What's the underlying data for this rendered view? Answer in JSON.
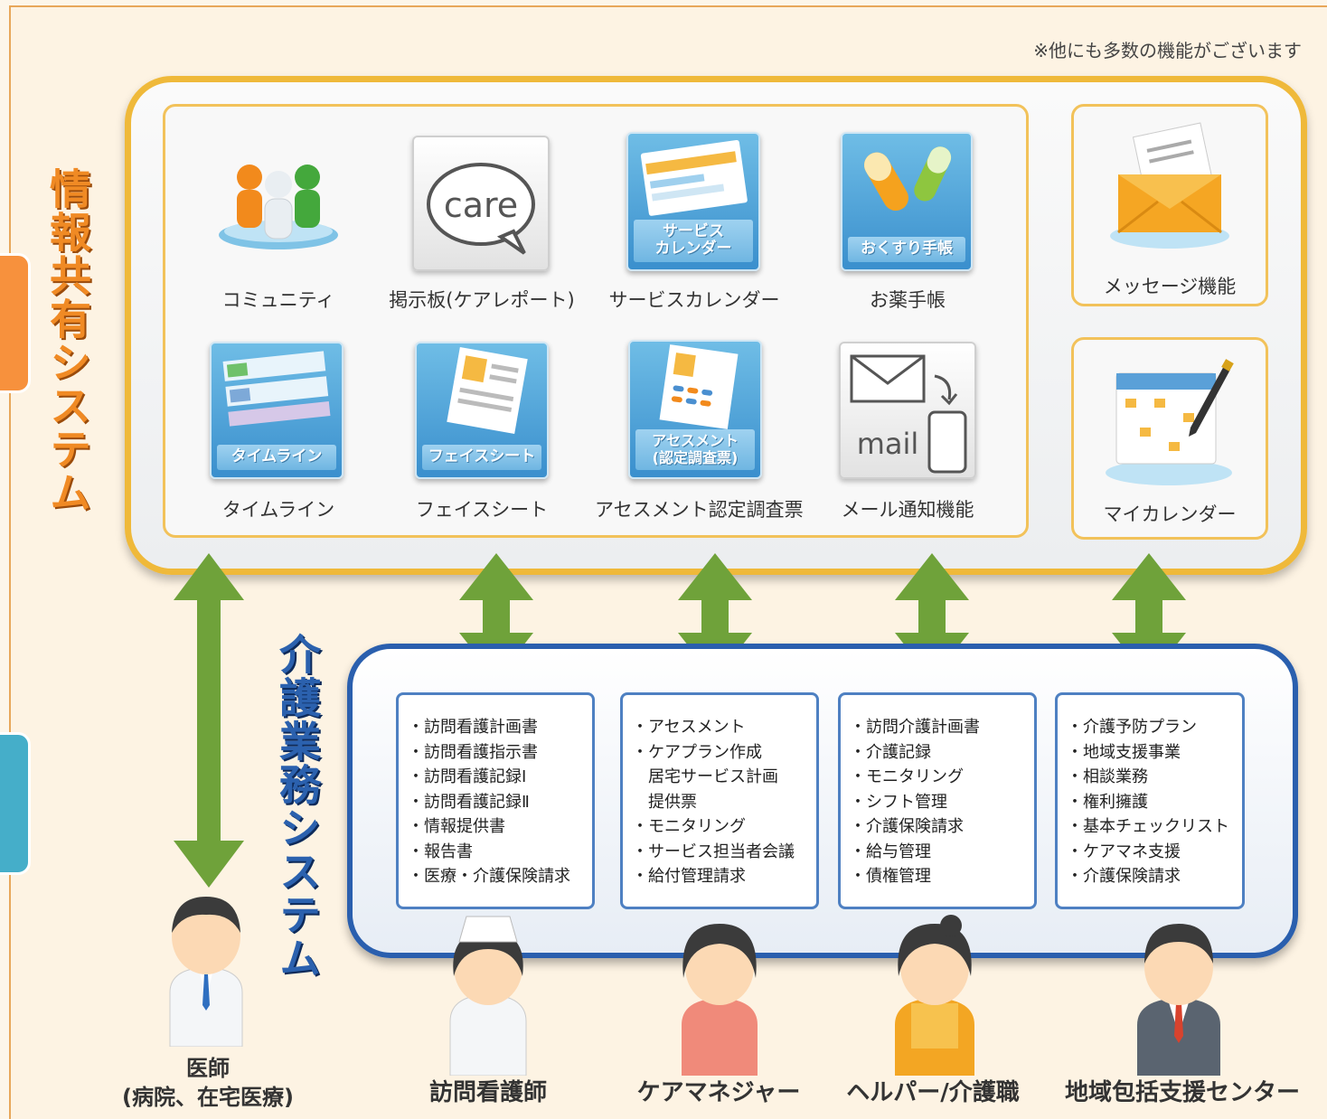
{
  "note": "※他にも多数の機能がございます",
  "info_system": {
    "title": "情報共有システム",
    "features": [
      {
        "id": "community",
        "label": "コミュニティ",
        "icon": "community-icon"
      },
      {
        "id": "bbs",
        "label": "掲示板(ケアレポート)",
        "icon": "care-speech-bubble-icon",
        "icon_text": "care"
      },
      {
        "id": "service-calendar",
        "label": "サービスカレンダー",
        "icon": "service-calendar-icon",
        "caption": "サービス\nカレンダー"
      },
      {
        "id": "medicine",
        "label": "お薬手帳",
        "icon": "medicine-icon",
        "caption": "おくすり手帳"
      },
      {
        "id": "timeline",
        "label": "タイムライン",
        "icon": "timeline-icon",
        "caption": "タイムライン"
      },
      {
        "id": "facesheet",
        "label": "フェイスシート",
        "icon": "facesheet-icon",
        "caption": "フェイスシート"
      },
      {
        "id": "assessment",
        "label": "アセスメント認定調査票",
        "icon": "assessment-icon",
        "caption": "アセスメント\n(認定調査票)"
      },
      {
        "id": "mail",
        "label": "メール通知機能",
        "icon": "mail-notify-icon",
        "icon_text": "mail"
      }
    ],
    "side_features": [
      {
        "id": "message",
        "label": "メッセージ機能",
        "icon": "message-envelope-icon"
      },
      {
        "id": "my-calendar",
        "label": "マイカレンダー",
        "icon": "my-calendar-icon"
      }
    ]
  },
  "care_system": {
    "title": "介護業務システム",
    "task_lists": [
      {
        "id": "nurse-tasks",
        "items": [
          {
            "text": "訪問看護計画書",
            "bullet": true
          },
          {
            "text": "訪問看護指示書",
            "bullet": true
          },
          {
            "text": "訪問看護記録Ⅰ",
            "bullet": true
          },
          {
            "text": "訪問看護記録Ⅱ",
            "bullet": true
          },
          {
            "text": "情報提供書",
            "bullet": true
          },
          {
            "text": "報告書",
            "bullet": true
          },
          {
            "text": "医療・介護保険請求",
            "bullet": true
          }
        ]
      },
      {
        "id": "caremanager-tasks",
        "items": [
          {
            "text": "アセスメント",
            "bullet": true
          },
          {
            "text": "ケアプラン作成",
            "bullet": true
          },
          {
            "text": "居宅サービス計画",
            "bullet": false
          },
          {
            "text": "提供票",
            "bullet": false
          },
          {
            "text": "モニタリング",
            "bullet": true
          },
          {
            "text": "サービス担当者会議",
            "bullet": true
          },
          {
            "text": "給付管理請求",
            "bullet": true
          }
        ]
      },
      {
        "id": "helper-tasks",
        "items": [
          {
            "text": "訪問介護計画書",
            "bullet": true
          },
          {
            "text": "介護記録",
            "bullet": true
          },
          {
            "text": "モニタリング",
            "bullet": true
          },
          {
            "text": "シフト管理",
            "bullet": true
          },
          {
            "text": "介護保険請求",
            "bullet": true
          },
          {
            "text": "給与管理",
            "bullet": true
          },
          {
            "text": "債権管理",
            "bullet": true
          }
        ]
      },
      {
        "id": "center-tasks",
        "items": [
          {
            "text": "介護予防プラン",
            "bullet": true
          },
          {
            "text": "地域支援事業",
            "bullet": true
          },
          {
            "text": "相談業務",
            "bullet": true
          },
          {
            "text": "権利擁護",
            "bullet": true
          },
          {
            "text": "基本チェックリスト",
            "bullet": true
          },
          {
            "text": "ケアマネ支援",
            "bullet": true
          },
          {
            "text": "介護保険請求",
            "bullet": true
          }
        ]
      }
    ]
  },
  "people": [
    {
      "id": "doctor",
      "label_line1": "医師",
      "label_line2": "(病院、在宅医療)",
      "icon": "doctor-icon"
    },
    {
      "id": "nurse",
      "label_line1": "訪問看護師",
      "icon": "nurse-icon"
    },
    {
      "id": "caremanager",
      "label_line1": "ケアマネジャー",
      "icon": "care-manager-icon"
    },
    {
      "id": "helper",
      "label_line1": "ヘルパー/介護職",
      "icon": "helper-icon"
    },
    {
      "id": "center",
      "label_line1": "地域包括支援センター",
      "icon": "center-staff-icon"
    }
  ],
  "colors": {
    "info_accent": "#f08a24",
    "care_accent": "#2b61ae",
    "arrow": "#6fa23a",
    "panel_border_info": "#efb93a",
    "panel_border_care": "#2a5fae"
  }
}
